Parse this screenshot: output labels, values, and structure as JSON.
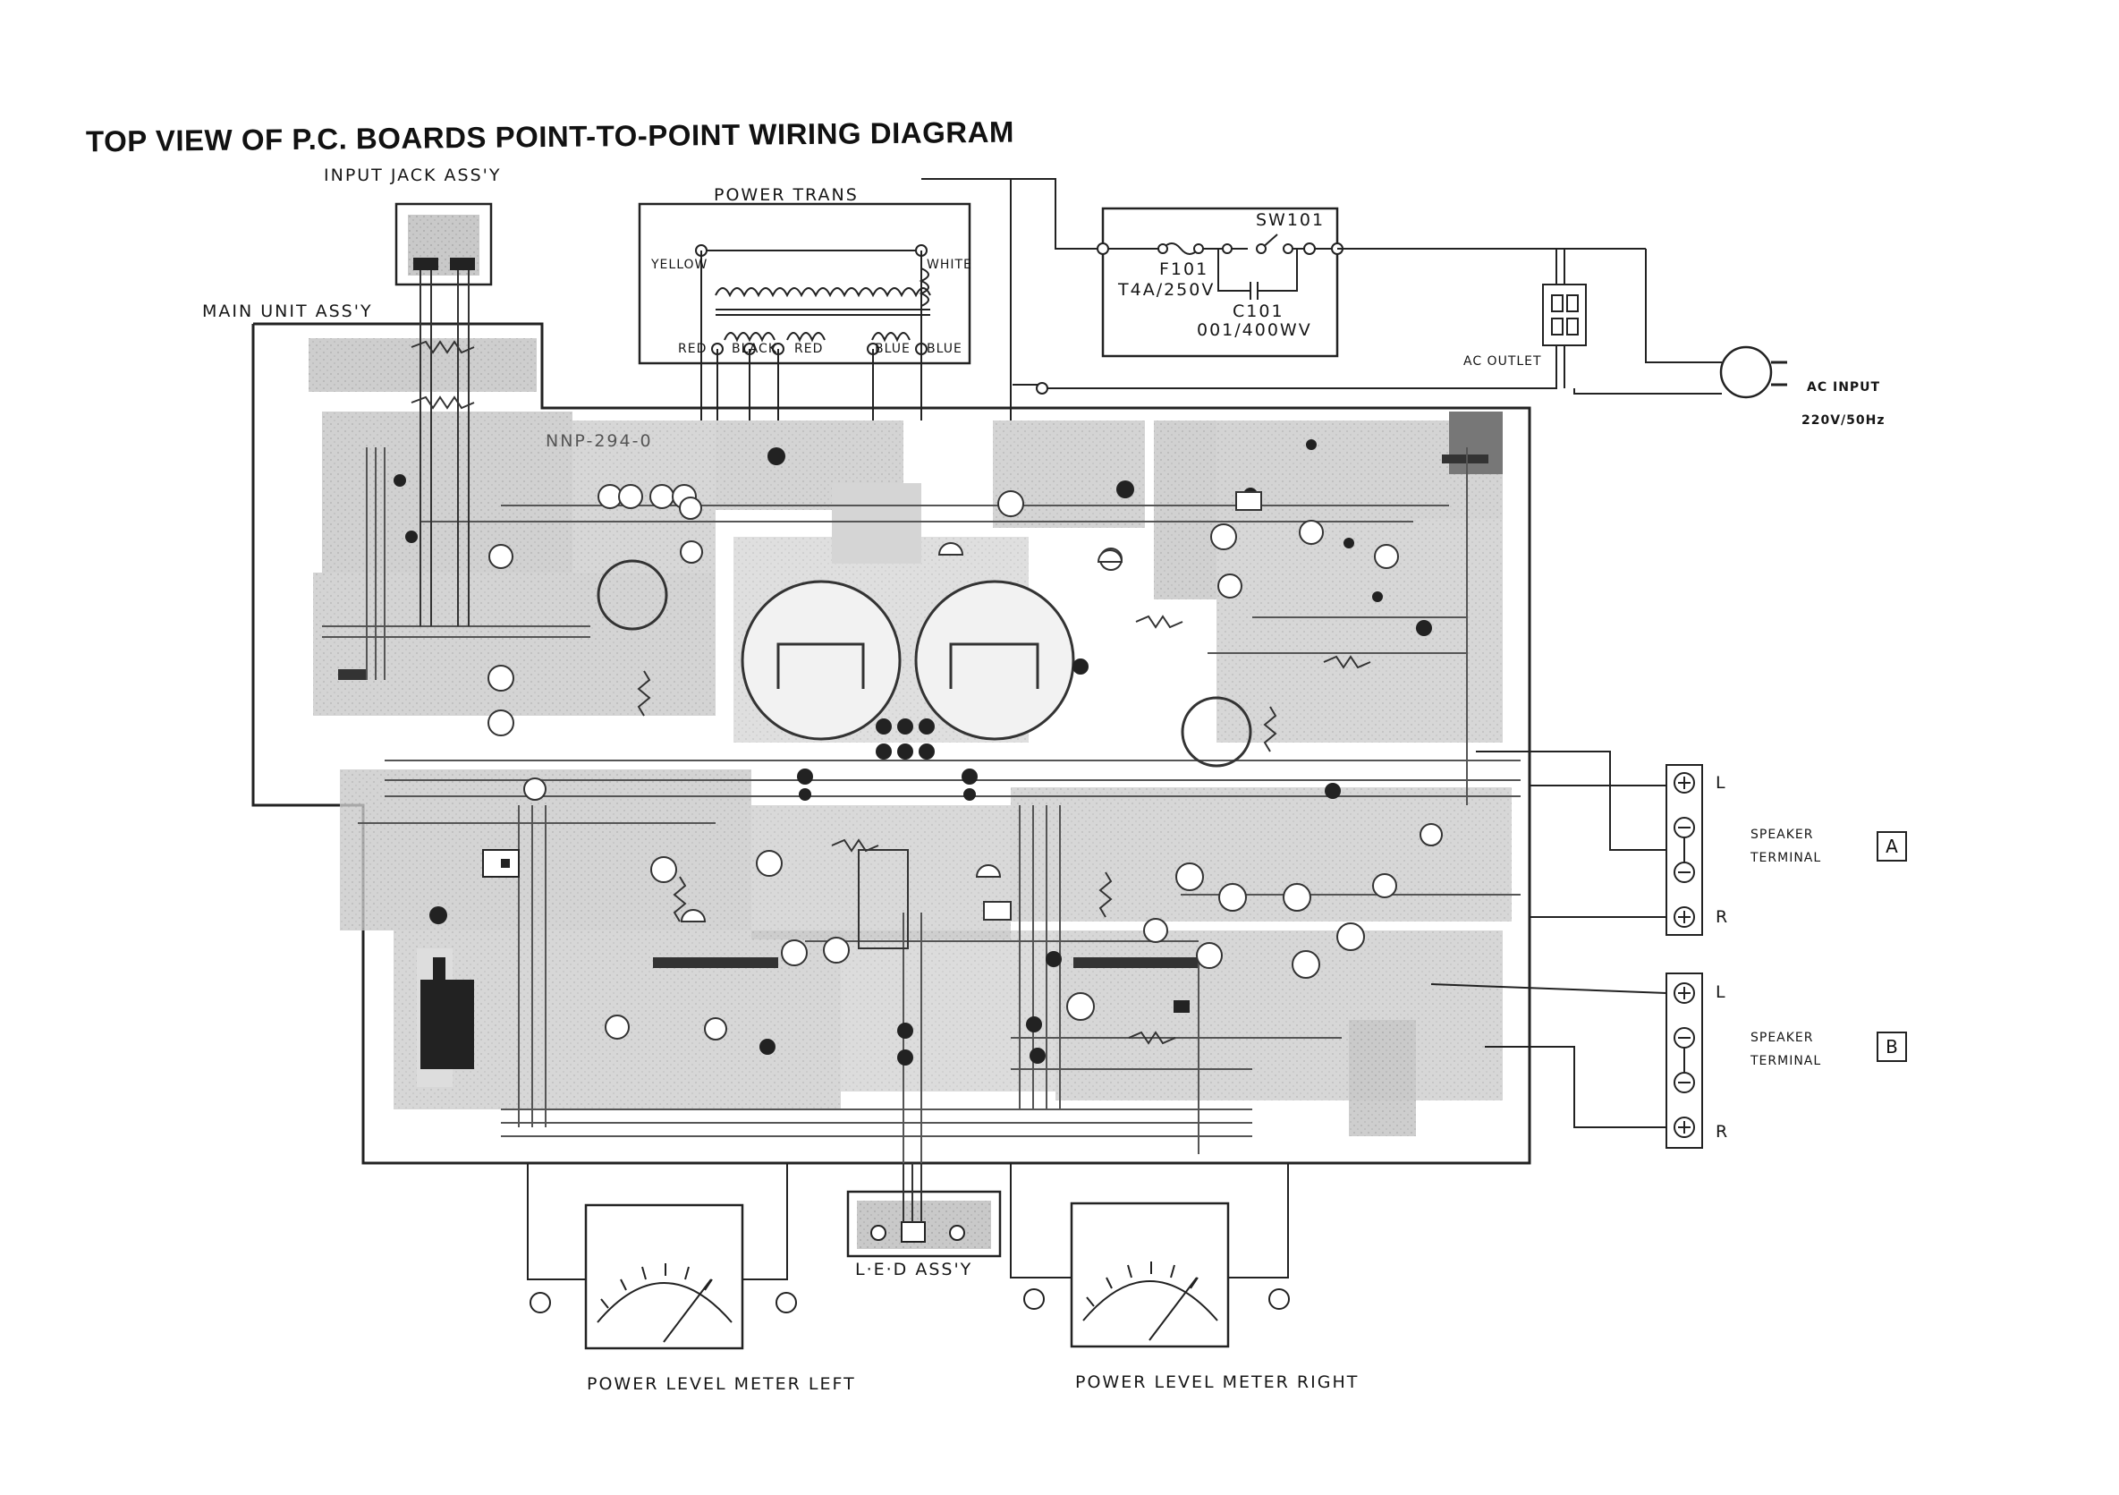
{
  "title": "TOP VIEW OF P.C. BOARDS POINT-TO-POINT WIRING DIAGRAM",
  "labels": {
    "input_jack": "INPUT  JACK  ASS'Y",
    "main_unit": "MAIN  UNIT  ASS'Y",
    "power_trans": "POWER   TRANS",
    "yellow": "YELLOW",
    "white": "WHITE",
    "red_left": "RED",
    "black": "BLACK",
    "red_right": "RED",
    "blue_left": "BLUE",
    "blue_right": "BLUE",
    "sw101": "SW101",
    "f101": "F101",
    "fuse_rating": "T4A/250V",
    "c101": "C101",
    "c101_rating": "001/400WV",
    "ac_outlet": "AC  OUTLET",
    "ac_input": "AC  INPUT",
    "ac_rating": "220V/50Hz",
    "board_id": "NNP-294-0",
    "speaker_a": "SPEAKER\nTERMINAL",
    "speaker_a_letter": "A",
    "speaker_b": "SPEAKER\nTERMINAL",
    "speaker_b_letter": "B",
    "l": "L",
    "r": "R",
    "led_assy": "L·E·D  ASS'Y",
    "meter_left": "POWER  LEVEL  METER  LEFT",
    "meter_right": "POWER  LEVEL  METER  RIGHT",
    "plus": "+",
    "minus": "−"
  }
}
